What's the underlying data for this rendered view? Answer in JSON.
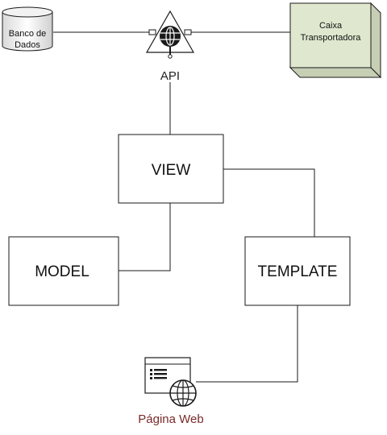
{
  "nodes": {
    "database": {
      "label_line1": "Banco de",
      "label_line2": "Dados"
    },
    "api": {
      "label": "API"
    },
    "caixa": {
      "label_line1": "Caixa",
      "label_line2": "Transportadora",
      "fill": "#dfe8cf"
    },
    "view": {
      "label": "VIEW"
    },
    "model": {
      "label": "MODEL"
    },
    "template": {
      "label": "TEMPLATE"
    },
    "webpage": {
      "label": "Página Web",
      "label_color": "#7a2a2a"
    }
  },
  "icons": {
    "database": "database-icon",
    "api": "globe-triangle-icon",
    "webpage": "web-page-globe-icon"
  },
  "colors": {
    "line": "#1a1a1a"
  }
}
